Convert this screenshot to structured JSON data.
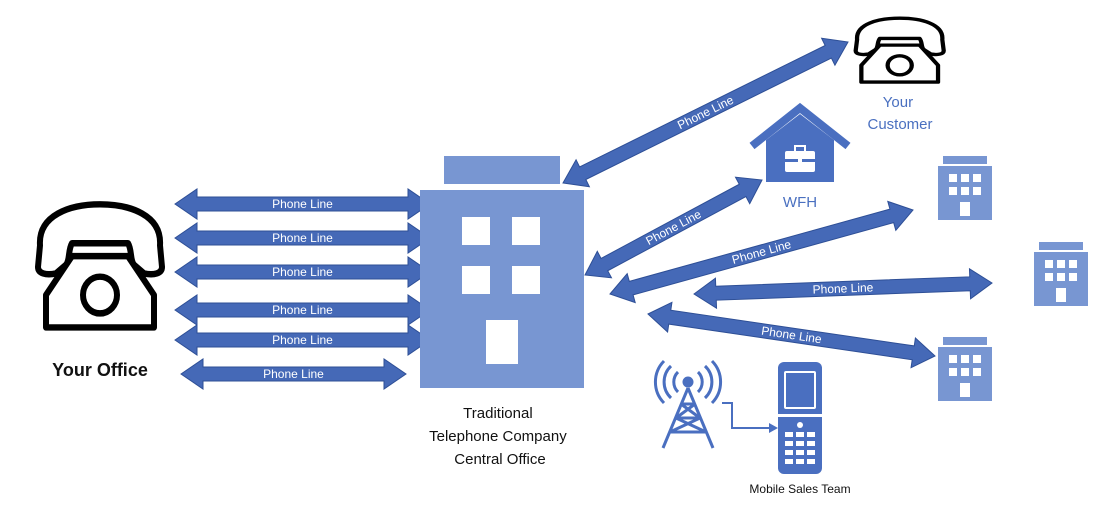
{
  "colors": {
    "arrow_fill": "#4569b7",
    "arrow_stroke": "#2e4f96",
    "building": "#7896d2",
    "icon_blue": "#4a6fc0",
    "label_blue": "#4a70c0",
    "text_dark": "#111111"
  },
  "office": {
    "label": "Your Office",
    "icon": "telephone-icon"
  },
  "central_office": {
    "icon": "office-building-icon",
    "label_lines": [
      "Traditional",
      "Telephone Company",
      "Central Office"
    ]
  },
  "customer": {
    "label_lines": [
      "Your",
      "Customer"
    ],
    "icon": "telephone-icon"
  },
  "wfh": {
    "label": "WFH",
    "icon": "home-briefcase-icon"
  },
  "mobile": {
    "label": "Mobile Sales Team",
    "icons": [
      "cell-tower-icon",
      "mobile-phone-icon"
    ]
  },
  "branch_icons": [
    "building-icon",
    "building-icon",
    "building-icon"
  ],
  "left_lines": [
    "Phone Line",
    "Phone Line",
    "Phone Line",
    "Phone Line",
    "Phone Line",
    "Phone Line"
  ],
  "right_lines": {
    "customer": "Phone Line",
    "wfh": "Phone Line",
    "branch_1": "Phone Line",
    "branch_2": "Phone Line",
    "branch_3": "Phone Line"
  }
}
